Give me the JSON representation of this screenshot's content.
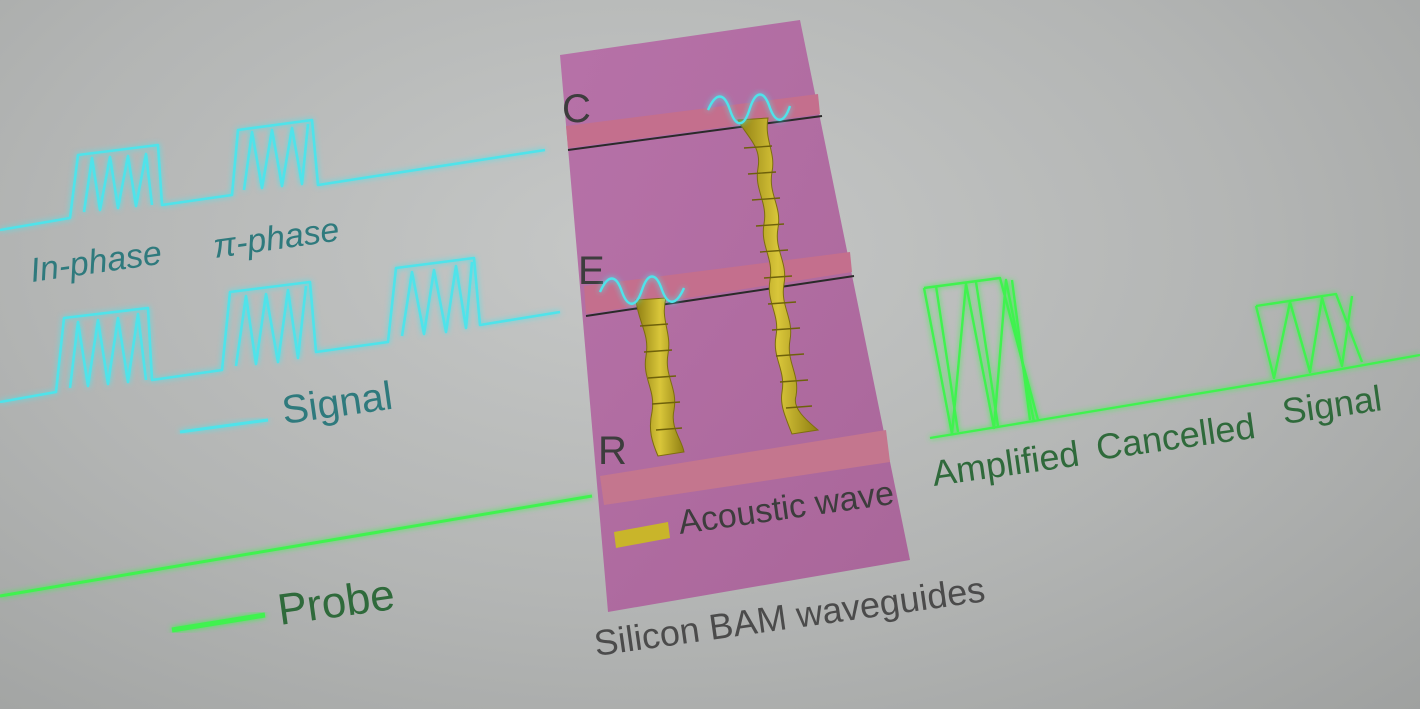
{
  "labels": {
    "in_phase": "In-phase",
    "pi_phase": "π-phase",
    "signal_legend": "Signal",
    "probe_legend": "Probe",
    "acoustic_wave": "Acoustic wave",
    "device": "Silicon BAM waveguides",
    "waveguide_c": "C",
    "waveguide_e": "E",
    "waveguide_r": "R",
    "amplified": "Amplified",
    "cancelled": "Cancelled",
    "signal_out": "Signal"
  },
  "colors": {
    "signal": "#4fe3ea",
    "probe": "#3ff24f",
    "chip": "#b56ba3",
    "waveguide": "#bf6f8a",
    "acoustic": "#c9b52a",
    "signal_text": "#2f7a7d",
    "probe_text": "#2f6a3b",
    "dark_text": "#4b4b4b"
  }
}
